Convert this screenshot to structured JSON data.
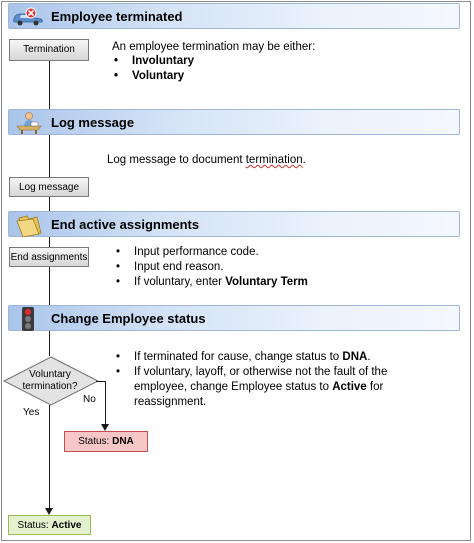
{
  "sections": {
    "terminated": {
      "title": "Employee terminated",
      "icon": "car-crash-icon"
    },
    "log": {
      "title": "Log message",
      "icon": "person-at-desk-icon"
    },
    "end": {
      "title": "End active assignments",
      "icon": "folder-icon"
    },
    "status": {
      "title": "Change Employee status",
      "icon": "traffic-light-icon"
    }
  },
  "steps": {
    "termination": "Termination",
    "log_message": "Log message",
    "end_assignments": "End assignments"
  },
  "termination_desc": {
    "intro": "An employee termination may be either:",
    "items": [
      "Involuntary",
      "Voluntary"
    ]
  },
  "log_desc": {
    "prefix": "Log message to document ",
    "underlined": "termination",
    "suffix": "."
  },
  "end_desc": {
    "items": [
      "Input performance code.",
      "Input end reason."
    ],
    "third_prefix": "If voluntary, enter ",
    "third_bold": "Voluntary Term"
  },
  "status_desc": {
    "first_prefix": "If terminated for cause, change status to ",
    "first_bold": "DNA",
    "first_suffix": ".",
    "second_prefix": "If voluntary, layoff, or otherwise not the fault of the employee, change Employee status to ",
    "second_bold": "Active",
    "second_suffix": " for reassignment."
  },
  "decision": {
    "line1": "Voluntary",
    "line2": "termination?",
    "yes": "Yes",
    "no": "No"
  },
  "outcomes": {
    "dna_prefix": "Status: ",
    "dna_value": "DNA",
    "active_prefix": "Status: ",
    "active_value": "Active"
  },
  "colors": {
    "banner_dark": "#a9c4ea",
    "banner_light": "#f4f8fd",
    "dna_fill": "#f7c6c6",
    "dna_border": "#c0504d",
    "active_fill": "#e4f1cf",
    "active_border": "#9bbb59",
    "decision_fill": "#e3e3e3"
  }
}
